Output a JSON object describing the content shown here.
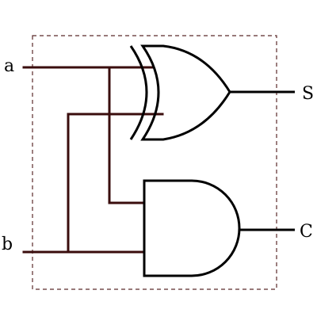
{
  "diagram": {
    "inputs": {
      "a": "a",
      "b": "b"
    },
    "outputs": {
      "sum": "S",
      "carry": "C"
    },
    "colors": {
      "wire": "#3a0d0d",
      "gate": "#000000",
      "boundary": "#5a2a2a"
    },
    "gates": [
      "xor-gate",
      "and-gate"
    ]
  }
}
